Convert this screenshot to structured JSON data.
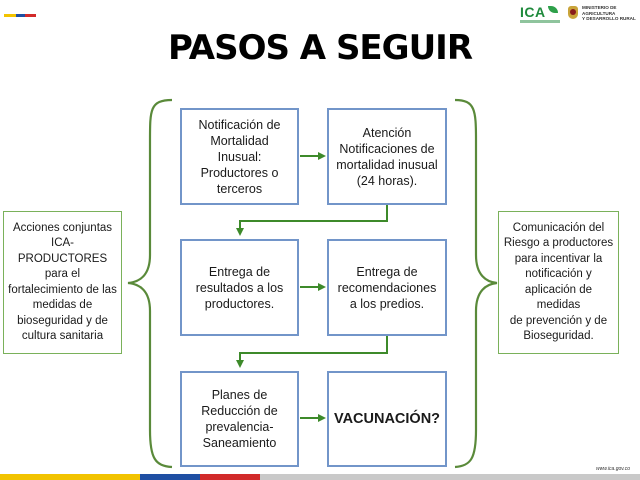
{
  "header": {
    "logo_text": "ICA",
    "ministry_line1": "MINISTERIO DE AGRICULTURA",
    "ministry_line2": "Y DESARROLLO RURAL"
  },
  "title": "PASOS A SEGUIR",
  "side_left": {
    "line1": "Acciones conjuntas",
    "line2": "ICA-PRODUCTORES",
    "line3": "para el",
    "line4": "fortalecimiento de las",
    "line5": "medidas de",
    "line6": "bioseguridad y de",
    "line7": "cultura sanitaria"
  },
  "side_right": {
    "line1": "Comunicación del",
    "line2": "Riesgo a productores",
    "line3": "para incentivar la",
    "line4": "notificación y",
    "line5": "aplicación de medidas",
    "line6": "de prevención y de",
    "line7": "Bioseguridad."
  },
  "steps": {
    "s1": {
      "line1": "Notificación de",
      "line2": "Mortalidad Inusual:",
      "line3": "Productores o",
      "line4": "terceros"
    },
    "s2": {
      "line1": "Atención",
      "line2": "Notificaciones de",
      "line3": "mortalidad inusual",
      "line4": "(24 horas)."
    },
    "s3": {
      "line1": "Entrega de",
      "line2": "resultados a los",
      "line3": "productores."
    },
    "s4": {
      "line1": "Entrega de",
      "line2": "recomendaciones",
      "line3": "a los predios."
    },
    "s5": {
      "line1": "Planes de",
      "line2": "Reducción de",
      "line3": "prevalencia-",
      "line4": "Saneamiento"
    },
    "s6": {
      "line1": "VACUNACIÓN?"
    }
  },
  "footer": {
    "site": "www.ica.gov.co"
  },
  "colors": {
    "box_border": "#7295c9",
    "side_border": "#7ab15a",
    "connector": "#3d8a2a",
    "brace": "#5a8a3a",
    "stripe": [
      "#f2c300",
      "#1f4fa3",
      "#d22a2a"
    ]
  }
}
